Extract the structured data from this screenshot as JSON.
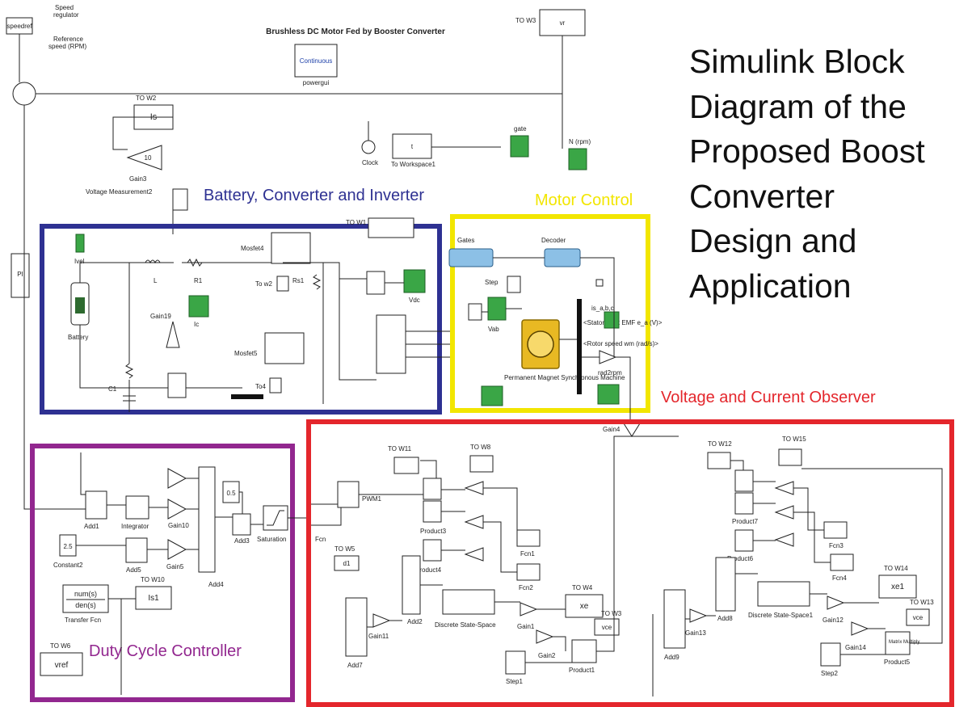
{
  "title": "Brushless DC Motor Fed by Booster Converter",
  "caption_lines": [
    "Simulink Block",
    "Diagram of the",
    "Proposed Boost",
    "Converter",
    "Design and",
    "Application"
  ],
  "regions": {
    "battery": {
      "label": "Battery, Converter and Inverter",
      "color": "#2e3192"
    },
    "motor": {
      "label": "Motor Control",
      "color": "#f2e600"
    },
    "observer": {
      "label": "Voltage and Current Observer",
      "color": "#e4262c"
    },
    "duty": {
      "label": "Duty Cycle Controller",
      "color": "#92278f"
    }
  },
  "top_labels": {
    "speed_regulator": [
      "Speed",
      "regulator"
    ],
    "reference_speed": [
      "Reference",
      "speed (RPM)"
    ],
    "powergui": "powergui",
    "continuous": "Continuous",
    "speedref": "speedref",
    "to_w3": "TO W3",
    "vr": "vr",
    "to_w2": "TO W2",
    "is": "Is",
    "clock": "Clock",
    "t": "t",
    "to_workspace1": "To Workspace1",
    "gate": "gate",
    "n_rpm": "N (rpm)",
    "gain3": "Gain3",
    "ten": "10",
    "voltage_measurement2": "Voltage Measurement2",
    "pi": "PI"
  },
  "battery_labels": {
    "ivel": "Ivel",
    "battery": "Battery",
    "L": "L",
    "R1": "R1",
    "C1": "C1",
    "gain19": "Gain19",
    "ic": "Ic",
    "mosfet4": "Mosfet4",
    "mosfet5": "Mosfet5",
    "rs1": "Rs1",
    "to_w2b": "To w2",
    "to_w4": "To4",
    "vdc": "Vdc",
    "to_w1": "TO W1"
  },
  "motor_labels": {
    "gates": "Gates",
    "decoder": "Decoder",
    "step": "Step",
    "vab": "Vab",
    "pmsm": "Permanent Magnet Synchronous Machine",
    "gain4": "Gain4",
    "rad2rpm": "rad2rpm",
    "iabc": "is_a,b,c",
    "stator_emf": "<Stator back EMF e_a (V)>",
    "rotor_speed": "<Rotor speed wm (rad/s)>"
  },
  "duty_labels": {
    "add1": "Add1",
    "integrator": "Integrator",
    "gain10": "Gain10",
    "gain5": "Gain5",
    "constant2": "Constant2",
    "const_val": "2.5",
    "add5": "Add5",
    "half": "0.5",
    "add3": "Add3",
    "saturation": "Saturation",
    "fcn": "Fcn",
    "add4": "Add4",
    "transfer_fcn": "Transfer Fcn",
    "num": "num(s)",
    "den": "den(s)",
    "to_w10": "TO W10",
    "is1": "Is1",
    "to_w6": "TO W6",
    "vref": "vref",
    "pwm1": "PWM1",
    "to_w5": "TO W5",
    "d1": "d1"
  },
  "observer_labels": {
    "to_w11": "TO W11",
    "to_w8": "TO W8",
    "to_w12": "TO W12",
    "to_w15": "TO W15",
    "to_w4": "TO W4",
    "to_w3b": "TO W3",
    "to_w14": "TO W14",
    "to_w13": "TO W13",
    "product3": "Product3",
    "product4": "Product4",
    "product7": "Product7",
    "product6": "Product6",
    "product1": "Product1",
    "product5": "Product5",
    "fcn1": "Fcn1",
    "fcn2": "Fcn2",
    "fcn3": "Fcn3",
    "fcn4": "Fcn4",
    "add2": "Add2",
    "add7": "Add7",
    "add8": "Add8",
    "add9": "Add9",
    "gain11": "Gain11",
    "gain13": "Gain13",
    "gain1": "Gain1",
    "gain2": "Gain2",
    "gain12": "Gain12",
    "gain14": "Gain14",
    "dss": "Discrete State-Space",
    "dss1": "Discrete State-Space1",
    "step1": "Step1",
    "step2": "Step2",
    "matrix_multiply": "Matrix Multiply",
    "xe": "xe",
    "xe1": "xe1",
    "vce": "vce"
  }
}
